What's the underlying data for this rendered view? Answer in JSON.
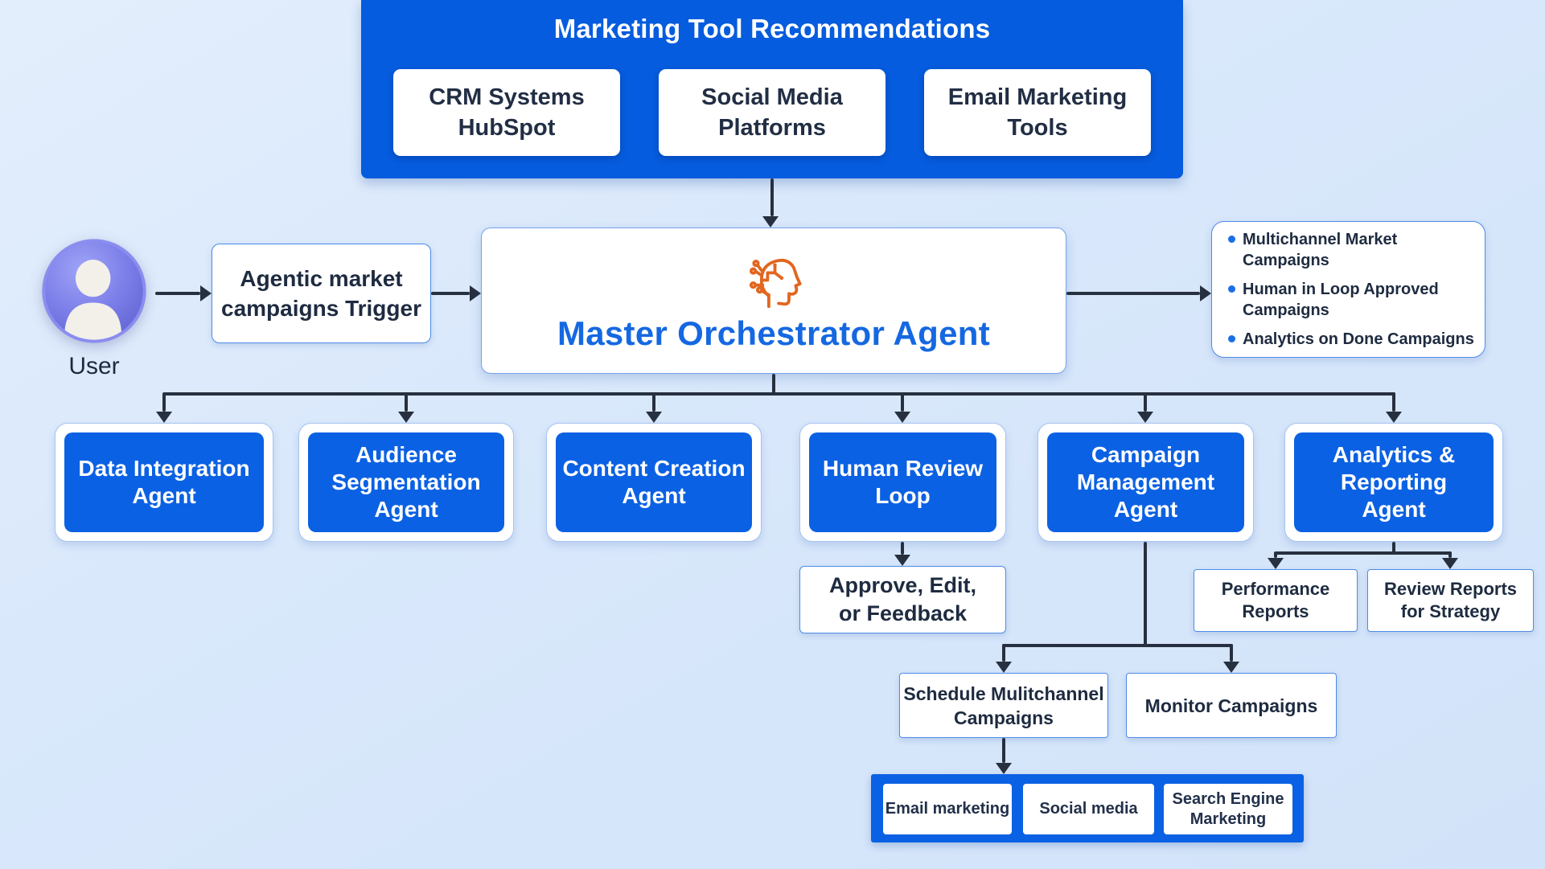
{
  "colors": {
    "background": "#DCEAFB",
    "banner_blue": "#065CDE",
    "node_blue": "#0B61E3",
    "connector_dark": "#27303F",
    "text_dark": "#1E2B40",
    "master_text_blue": "#1568E1",
    "bullet_dot_blue": "#1A6EE8",
    "avatar_purple": "#7678E3",
    "head_icon_orange": "#E2661F",
    "box_border_blue": "#4E8BE8"
  },
  "banner": {
    "title": "Marketing Tool Recommendations",
    "tools": [
      {
        "label": "CRM Systems\nHubSpot"
      },
      {
        "label": "Social Media\nPlatforms"
      },
      {
        "label": "Email Marketing\nTools"
      }
    ]
  },
  "user": {
    "label": "User",
    "icon": "user-avatar-icon"
  },
  "trigger": {
    "label": "Agentic market\ncampaigns Trigger"
  },
  "master": {
    "label": "Master Orchestrator Agent",
    "icon": "ai-head-icon"
  },
  "outputs": [
    {
      "label": "Multichannel Market Campaigns"
    },
    {
      "label": "Human in Loop Approved Campaigns"
    },
    {
      "label": "Analytics on Done Campaigns"
    }
  ],
  "agents": [
    {
      "label": "Data Integration\nAgent"
    },
    {
      "label": "Audience\nSegmentation\nAgent"
    },
    {
      "label": "Content Creation\nAgent"
    },
    {
      "label": "Human Review\nLoop"
    },
    {
      "label": "Campaign\nManagement\nAgent"
    },
    {
      "label": "Analytics &\nReporting\nAgent"
    }
  ],
  "human_review": {
    "outcome": "Approve, Edit,\nor Feedback"
  },
  "analytics_outputs": [
    {
      "label": "Performance\nReports"
    },
    {
      "label": "Review Reports\nfor Strategy"
    }
  ],
  "campaign_tasks": [
    {
      "label": "Schedule Mulitchannel\nCampaigns"
    },
    {
      "label": "Monitor Campaigns"
    }
  ],
  "channels": [
    {
      "label": "Email marketing"
    },
    {
      "label": "Social media"
    },
    {
      "label": "Search Engine\nMarketing"
    }
  ]
}
